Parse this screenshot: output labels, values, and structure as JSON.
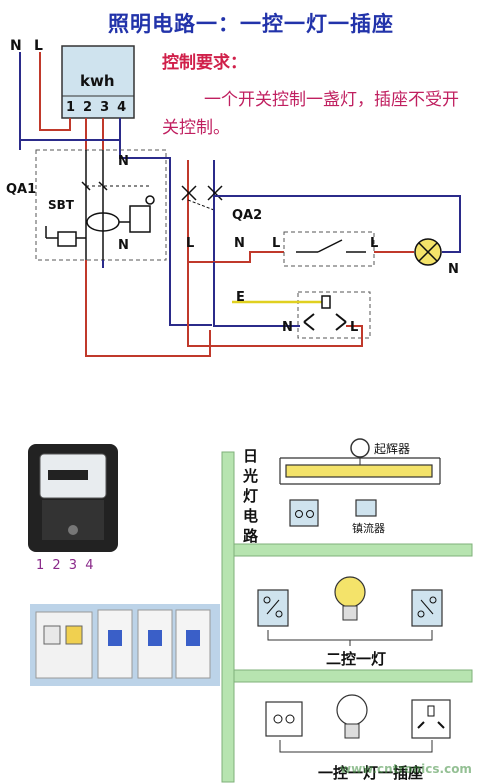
{
  "title": "照明电路一：一控一灯一插座",
  "requirement": {
    "heading": "控制要求：",
    "text": "一个开关控制一盏灯，插座不受开关控制。"
  },
  "meter": {
    "label": "kwh",
    "terminals": [
      "1",
      "2",
      "3",
      "4"
    ]
  },
  "wiring_labels": {
    "n_left": "N",
    "l_left": "L",
    "n_top": "N",
    "n_bottom": "N",
    "qa1": "QA1",
    "sbt": "SBT",
    "qa2": "QA2",
    "qa2_l": "L",
    "qa2_n": "N",
    "switch_l1": "L",
    "switch_l2": "L",
    "lamp_n": "N",
    "socket_e": "E",
    "socket_n": "N",
    "socket_l": "L"
  },
  "photo_meter_terminals": "1 2 3 4",
  "fluorescent": {
    "vertical_label": [
      "日",
      "光",
      "灯",
      "电",
      "路"
    ],
    "starter_label": "起辉器",
    "ballast_label": "镇流器"
  },
  "captions": {
    "two_way": "二控一灯",
    "one_socket": "一控一灯一插座"
  },
  "watermark": "www.cntronics.com",
  "colors": {
    "live": "#c0392b",
    "neutral": "#2b2b8a",
    "earth": "#e0d020",
    "wire_green": "#b7e4b0"
  }
}
